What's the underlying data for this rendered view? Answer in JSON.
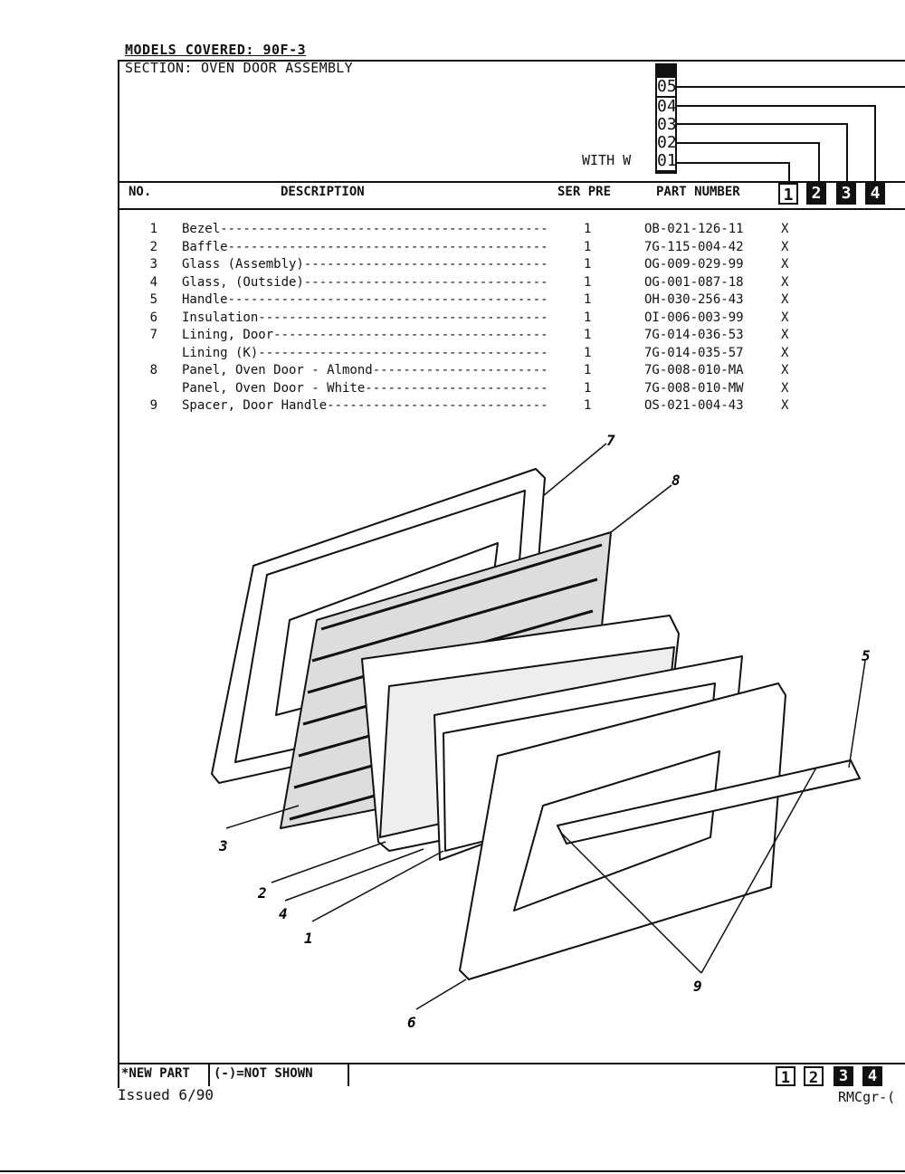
{
  "header": {
    "models_covered": "MODELS COVERED: 90F-3",
    "section": "SECTION: OVEN DOOR ASSEMBLY",
    "with_w": "WITH W",
    "versions": [
      "05",
      "04",
      "03",
      "02",
      "01"
    ]
  },
  "columns": {
    "no": "NO.",
    "description": "DESCRIPTION",
    "ser_pre": "SER PRE",
    "part_number": "PART NUMBER",
    "model_cols": [
      "1",
      "2",
      "3",
      "4"
    ]
  },
  "parts": [
    {
      "no": "1",
      "desc": "Bezel-------------------------------------------",
      "qty": "1",
      "part": "OB-021-126-11",
      "x": "X"
    },
    {
      "no": "2",
      "desc": "Baffle------------------------------------------",
      "qty": "1",
      "part": "7G-115-004-42",
      "x": "X"
    },
    {
      "no": "3",
      "desc": "Glass (Assembly)--------------------------------",
      "qty": "1",
      "part": "OG-009-029-99",
      "x": "X"
    },
    {
      "no": "4",
      "desc": "Glass, (Outside)--------------------------------",
      "qty": "1",
      "part": "OG-001-087-18",
      "x": "X"
    },
    {
      "no": "5",
      "desc": "Handle------------------------------------------",
      "qty": "1",
      "part": "OH-030-256-43",
      "x": "X"
    },
    {
      "no": "6",
      "desc": "Insulation--------------------------------------",
      "qty": "1",
      "part": "OI-006-003-99",
      "x": "X"
    },
    {
      "no": "7",
      "desc": "Lining, Door------------------------------------",
      "qty": "1",
      "part": "7G-014-036-53",
      "x": "X"
    },
    {
      "no": "",
      "desc": "Lining (K)--------------------------------------",
      "qty": "1",
      "part": "7G-014-035-57",
      "x": "X"
    },
    {
      "no": "8",
      "desc": "Panel, Oven Door - Almond-----------------------",
      "qty": "1",
      "part": "7G-008-010-MA",
      "x": "X"
    },
    {
      "no": "",
      "desc": "Panel, Oven Door - White------------------------",
      "qty": "1",
      "part": "7G-008-010-MW",
      "x": "X"
    },
    {
      "no": "9",
      "desc": "Spacer, Door Handle-----------------------------",
      "qty": "1",
      "part": "OS-021-004-43",
      "x": "X"
    }
  ],
  "callouts": [
    "7",
    "8",
    "5",
    "3",
    "2",
    "4",
    "1",
    "6",
    "9"
  ],
  "footer": {
    "new_part": "*NEW PART",
    "not_shown": "(-)=NOT SHOWN",
    "model_cols": [
      "1",
      "2",
      "3",
      "4"
    ],
    "issued": "Issued  6/90",
    "ref": "RMCgr-("
  }
}
